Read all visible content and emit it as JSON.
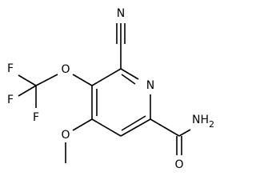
{
  "molecule": {
    "atom_labels": {
      "nitrile_n": "N",
      "ring_n": "N",
      "ether_o": "O",
      "methoxy_o": "O",
      "fluorine_1": "F",
      "fluorine_2": "F",
      "fluorine_3": "F",
      "amide_n": "NH",
      "amide_n_subscript": "2",
      "carbonyl_o": "O"
    }
  }
}
